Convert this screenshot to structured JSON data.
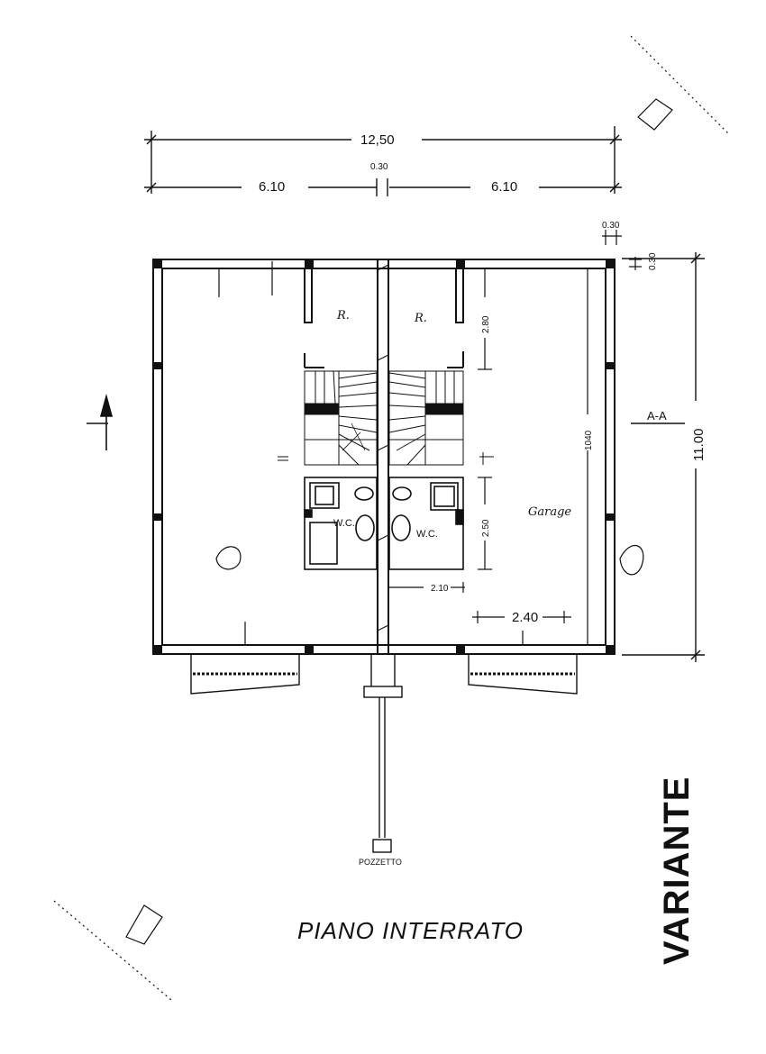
{
  "dimensions": {
    "total_width": "12,50",
    "left_width": "6.10",
    "right_width": "6.10",
    "party_wall": "0.30",
    "wall_thickness": "0.30",
    "wall_small": "0.30",
    "total_depth": "11.00",
    "inner_depth": "1040",
    "closet_depth": "2.80",
    "wc_depth": "2.50",
    "wc_width": "2.10",
    "opening_width": "2.40"
  },
  "rooms": {
    "r_left": "R.",
    "r_right": "R.",
    "wc_left": "W.C.",
    "wc_right": "W.C.",
    "garage": "Garage"
  },
  "section_label": "A-A",
  "pozzetto": "POZZETTO",
  "title": "PIANO INTERRATO",
  "stamp": "VARIANTE"
}
